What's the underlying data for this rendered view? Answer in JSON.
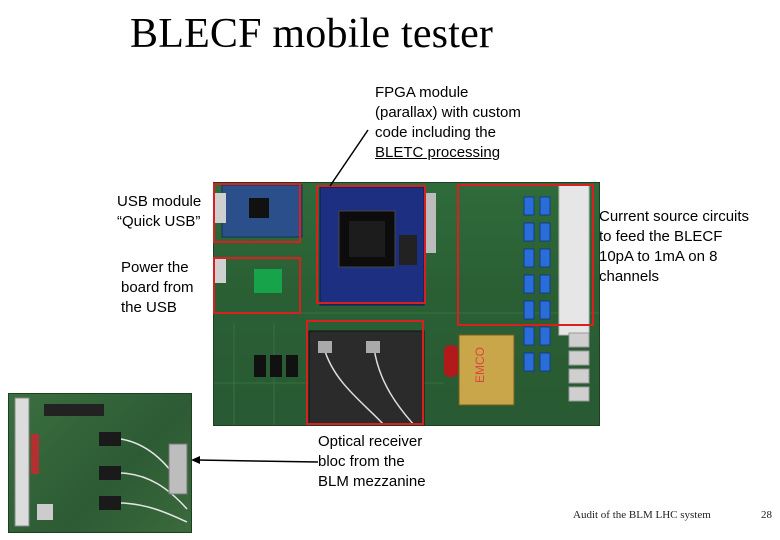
{
  "title": "BLECF mobile tester",
  "callouts": {
    "fpga": [
      "FPGA module",
      "(parallax) with custom",
      "code including the",
      "BLETC processing"
    ],
    "usb": [
      "USB module",
      "“Quick USB”"
    ],
    "power": [
      "Power the",
      "board from",
      "the USB"
    ],
    "current": [
      "Current source circuits",
      "to feed the BLECF",
      "10pA to 1mA on 8",
      "channels"
    ],
    "optical": [
      "Optical receiver",
      "bloc from the",
      "BLM mezzanine"
    ]
  },
  "footer": {
    "caption": "Audit of the BLM LHC system",
    "page_number": "28"
  },
  "photo_labels": {
    "emco": "EMCO"
  },
  "colors": {
    "highlight": "#d92020",
    "pcb_green": "#2f6b3a"
  }
}
